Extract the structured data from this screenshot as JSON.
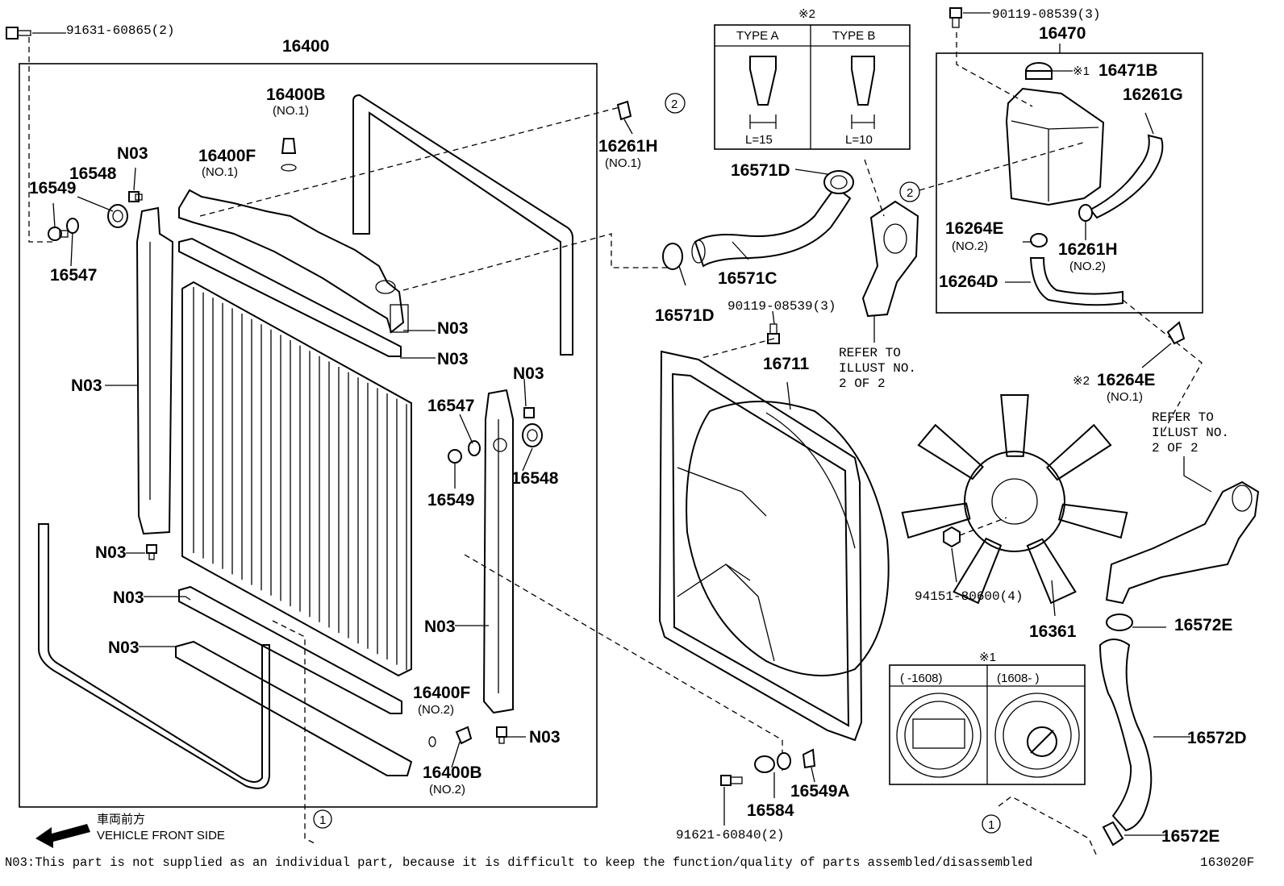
{
  "footnote": "N03:This part is not supplied as an individual part, because it is difficult to keep the function/quality of parts assembled/disassembled",
  "figure_code": "163020F",
  "vehicle_front_jp": "車両前方",
  "vehicle_front_en": "VEHICLE FRONT SIDE",
  "labels": {
    "p91631": "91631-60865(2)",
    "p16400": "16400",
    "p16400B_1": "16400B",
    "no1_a": "(NO.1)",
    "p16400F_1": "16400F",
    "no1_b": "(NO.1)",
    "p16261H_1": "16261H",
    "no1_c": "(NO.1)",
    "p16548_l": "16548",
    "n03_a": "N03",
    "p16549_l": "16549",
    "p16547_l": "16547",
    "n03_b": "N03",
    "n03_c": "N03",
    "n03_d": "N03",
    "n03_e": "N03",
    "p16547_r": "16547",
    "p16549_r": "16549",
    "p16548_r": "16548",
    "n03_f": "N03",
    "n03_g": "N03",
    "n03_h": "N03",
    "n03_i": "N03",
    "n03_j": "N03",
    "p16400F_2": "16400F",
    "no2_a": "(NO.2)",
    "p16400B_2": "16400B",
    "no2_b": "(NO.2)",
    "circ1_left": "1",
    "circ2_top": "2",
    "kome2_top": "※2",
    "type_a": "TYPE A",
    "type_b": "TYPE B",
    "len_a": "L=15",
    "len_b": "L=10",
    "p16571D_1": "16571D",
    "p16571C": "16571C",
    "p16571D_2": "16571D",
    "p90119_mid": "90119-08539(3)",
    "p16711": "16711",
    "refer1_l1": "REFER TO",
    "refer1_l2": "ILLUST NO.",
    "refer1_l3": "2 OF 2",
    "p91621": "91621-60840(2)",
    "p16584": "16584",
    "p16549A": "16549A",
    "p90119_top": "90119-08539(3)",
    "p16470": "16470",
    "kome1_cap": "※1",
    "p16471B": "16471B",
    "p16261G": "16261G",
    "circ2_right": "2",
    "p16264E_2": "16264E",
    "no2_c": "(NO.2)",
    "p16261H_2": "16261H",
    "no2_d": "(NO.2)",
    "p16264D": "16264D",
    "kome2_e": "※2",
    "p16264E_1": "16264E",
    "no1_d": "(NO.1)",
    "refer2_l1": "REFER TO",
    "refer2_l2": "ILLUST NO.",
    "refer2_l3": "2 OF 2",
    "p94151": "94151-80600(4)",
    "p16361": "16361",
    "p16572E_1": "16572E",
    "kome1_box": "※1",
    "cap_old": "(     -1608)",
    "cap_new": "(1608-     )",
    "p16572D": "16572D",
    "circ1_right": "1",
    "p16572E_2": "16572E"
  }
}
